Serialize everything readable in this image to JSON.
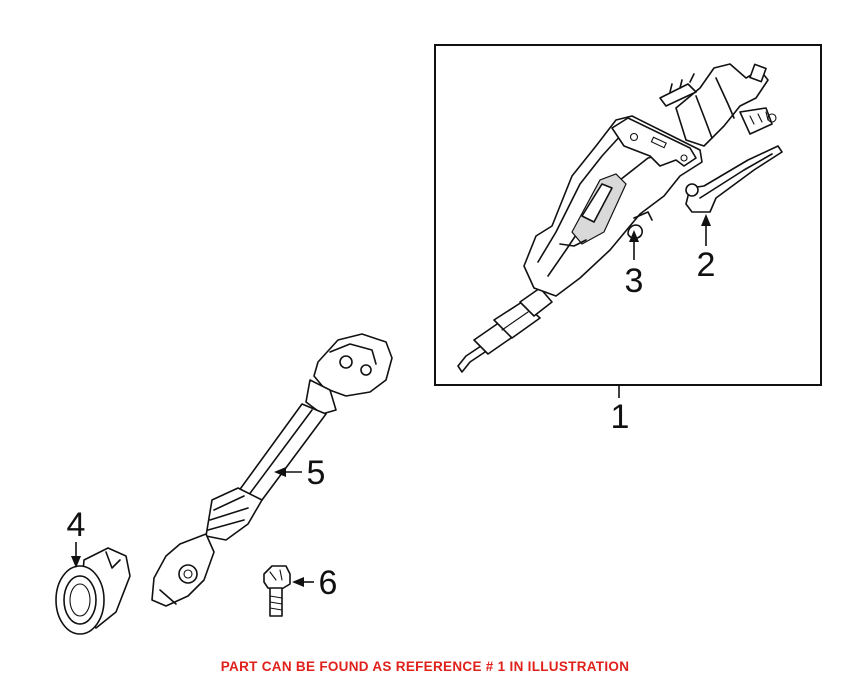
{
  "diagram": {
    "callouts": [
      {
        "id": "1",
        "label": "1"
      },
      {
        "id": "2",
        "label": "2"
      },
      {
        "id": "3",
        "label": "3"
      },
      {
        "id": "4",
        "label": "4"
      },
      {
        "id": "5",
        "label": "5"
      },
      {
        "id": "6",
        "label": "6"
      }
    ],
    "footnote": "PART CAN BE FOUND AS REFERENCE # 1 IN ILLUSTRATION"
  },
  "colors": {
    "line": "#111111",
    "footnote": "#e0201b",
    "background": "#ffffff"
  }
}
